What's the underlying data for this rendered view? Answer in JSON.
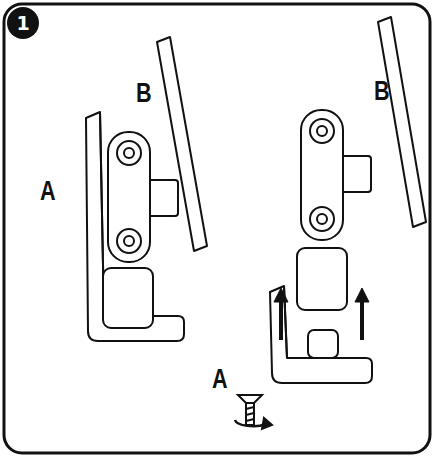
{
  "diagram": {
    "nodes": [
      {
        "text": [
          "1"
        ]
      }
    ],
    "labels": [
      "B",
      "A",
      "B",
      "A"
    ]
  }
}
